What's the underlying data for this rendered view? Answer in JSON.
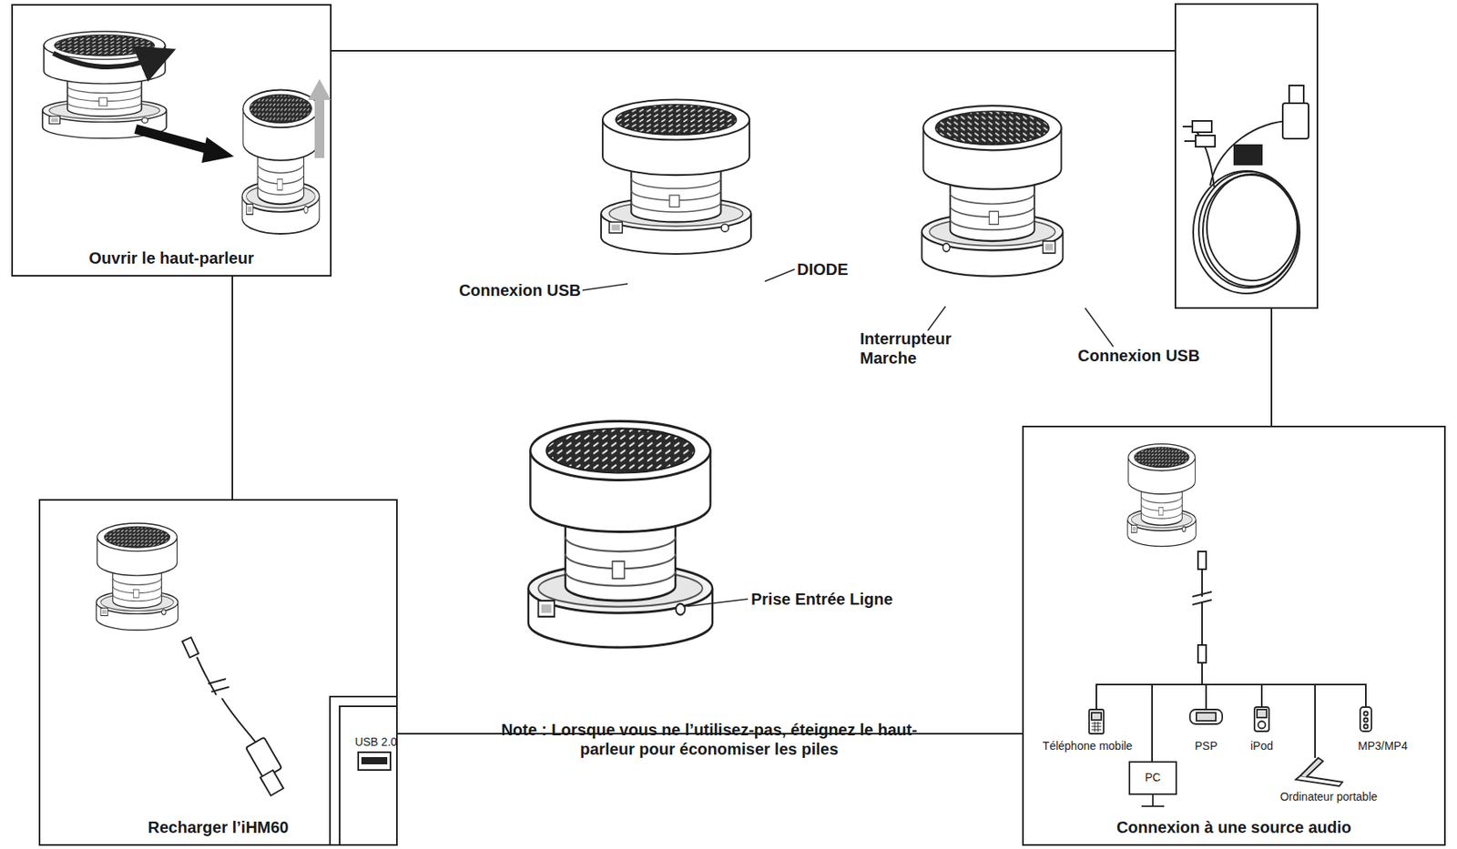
{
  "diagram": {
    "nodes": [
      {
        "text": [
          "Ouvrir le haut-parleur"
        ]
      },
      {
        "text": [
          "Recharger l’iHM60"
        ]
      },
      {
        "text": [
          "Connexion à une source audio"
        ]
      }
    ],
    "edges": [
      {
        "from": 0,
        "to": 1,
        "arrow": "none"
      },
      {
        "from": 1,
        "to": 2,
        "arrow": "none"
      }
    ],
    "labels": [
      "Connexion USB",
      "DIODE",
      "Interrupteur Marche",
      "Connexion USB",
      "Prise Entrée Ligne",
      "Note : Lorsque vous ne l’utilisez-pas, éteignez le haut-parleur pour économiser les piles",
      "USB 2.0",
      "Téléphone mobile",
      "PC",
      "PSP",
      "iPod",
      "Ordinateur portable",
      "MP3/MP4"
    ]
  }
}
